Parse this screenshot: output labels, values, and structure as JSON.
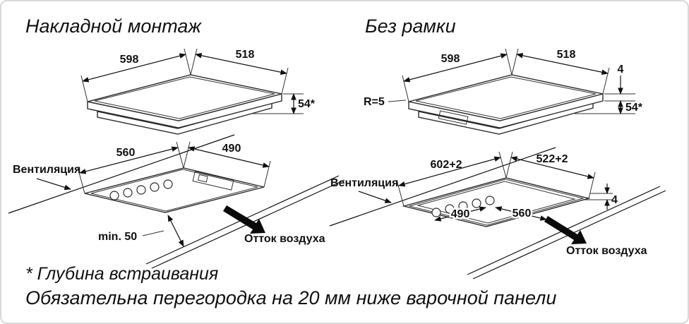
{
  "titles": {
    "left": "Накладной монтаж",
    "right": "Без рамки"
  },
  "left": {
    "top": {
      "width": "598",
      "depth": "518",
      "height": "54*"
    },
    "cutout": {
      "width": "560",
      "depth": "490",
      "ventilation": "Вентиляция",
      "min_clearance": "min. 50",
      "outflow": "Отток воздуха"
    }
  },
  "right": {
    "top": {
      "radius": "R=5",
      "width": "598",
      "depth": "518",
      "glass": "4",
      "height": "54*"
    },
    "cutout": {
      "width": "602+2",
      "depth": "522+2",
      "step": "4",
      "inner_depth": "490",
      "inner_width": "560",
      "ventilation": "Вентиляция",
      "outflow": "Отток воздуха"
    }
  },
  "footnotes": {
    "depth": "* Глубина встраивания",
    "partition": "Обязательна перегородка на 20 мм ниже варочной панели"
  }
}
